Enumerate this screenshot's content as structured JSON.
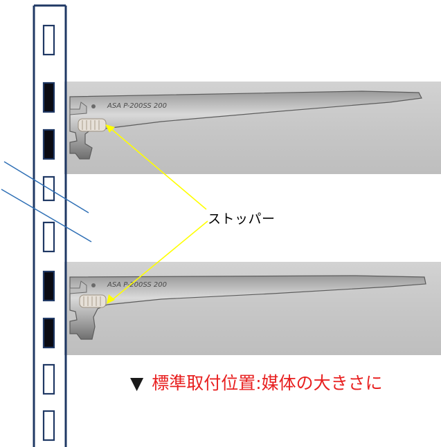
{
  "diagram": {
    "stopper_label": "ストッパー",
    "caption_marker": "▼",
    "caption_text": "標準取付位置:媒体の大きさに",
    "bracket_engraving": "ASA P-200SS  200",
    "colors": {
      "rail_outline": "#1f3864",
      "slot_dark": "#0a0a12",
      "leader_line": "#ffff00",
      "break_line": "#2e6fb5",
      "caption_text": "#e82020",
      "photo_background": "#cacaca"
    }
  }
}
